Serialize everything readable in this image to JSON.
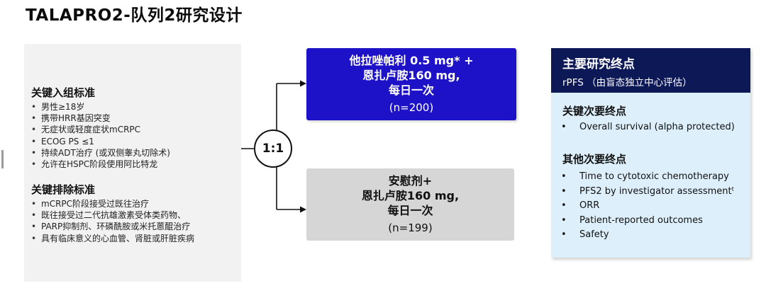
{
  "title": "TALAPRO2-队列2研究设计",
  "inclusion": {
    "heading": "关键入组标准",
    "items": [
      "男性≥18岁",
      "携带HRR基因突变",
      "无症状或轻度症状mCRPC",
      "ECOG PS ≤1",
      "持续ADT治疗 (或双侧睾丸切除术)",
      "允许在HSPC阶段使用阿比特龙"
    ]
  },
  "exclusion": {
    "heading": "关键排除标准",
    "items": [
      "mCRPC阶段接受过既往治疗",
      "既往接受过二代抗雄激素受体类药物、",
      "PARP抑制剂、环磷酰胺或米托蒽醌治疗",
      "具有临床意义的心血管、肾脏或肝脏疾病"
    ]
  },
  "randomization": {
    "ratio": "1:1"
  },
  "arms": [
    {
      "lines": [
        "他拉唑帕利 0.5 mg* +",
        "恩扎卢胺160 mg,",
        "每日一次"
      ],
      "n": "(n=200)"
    },
    {
      "lines": [
        "安慰剂+",
        "恩扎卢胺160 mg,",
        "每日一次"
      ],
      "n": "(n=199)"
    }
  ],
  "endpoints": {
    "primary_title": "主要研究终点",
    "primary_value": "rPFS （由盲态独立中心评估）",
    "key_secondary_title": "关键次要终点",
    "key_secondary": [
      "Overall survival (alpha protected)"
    ],
    "other_secondary_title": "其他次要终点",
    "other_secondary": [
      "Time to cytotoxic chemotherapy",
      "PFS2 by investigator assessmentᵗ",
      "ORR",
      "Patient-reported outcomes",
      "Safety"
    ]
  },
  "colors": {
    "active_arm": "#1d12c8",
    "placebo_arm": "#d6d6d6",
    "primary_header": "#0d1856",
    "endpoints_bg": "#ddeffa",
    "criteria_bg": "#f2f2f2"
  }
}
